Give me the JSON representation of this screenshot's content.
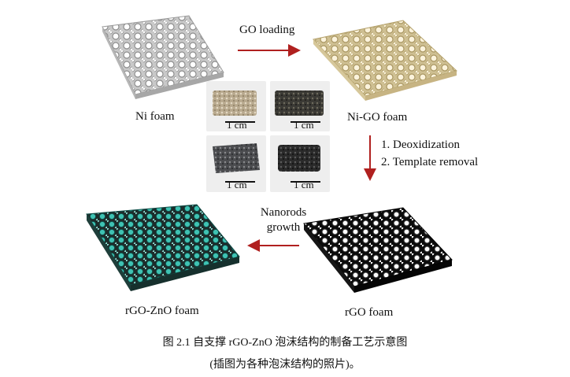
{
  "diagram": {
    "arrow_top_label": "GO loading",
    "ni_foam_label": "Ni foam",
    "ni_go_foam_label": "Ni-GO foam",
    "step_1": "1. Deoxidization",
    "step_2": "2. Template removal",
    "nanorods_line1": "Nanorods",
    "nanorods_line2": "growth",
    "rgo_foam_label": "rGO foam",
    "rgo_zno_foam_label": "rGO-ZnO foam",
    "photo_scale_labels": [
      "1 cm",
      "1 cm",
      "1 cm",
      "1 cm"
    ]
  },
  "figure_caption": "图 2.1 自支撑 rGO-ZnO 泡沫结构的制备工艺示意图",
  "figure_subcaption": "(插图为各种泡沫结构的照片)。",
  "colors": {
    "arrow": "#b0201f",
    "ni_foam": "#d9d9d9",
    "ni_go_foam": "#e8dcb8",
    "rgo_foam": "#1a1a1a",
    "zno": "#2aa79a"
  }
}
